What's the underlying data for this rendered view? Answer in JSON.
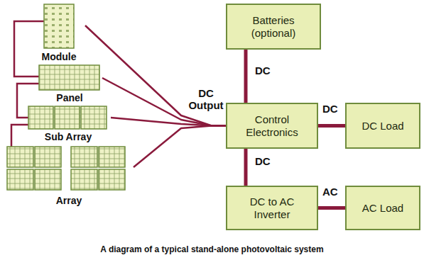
{
  "diagram": {
    "caption": "A diagram of a typical stand-alone photovoltaic system",
    "nodes": [
      {
        "text": [
          "Module"
        ]
      },
      {
        "text": [
          "Panel"
        ]
      },
      {
        "text": [
          "Sub Array"
        ]
      },
      {
        "text": [
          "Array"
        ]
      },
      {
        "text": [
          "Batteries (optional)"
        ]
      },
      {
        "text": [
          "Control Electronics"
        ]
      },
      {
        "text": [
          "DC Load"
        ]
      },
      {
        "text": [
          "DC to AC Inverter"
        ]
      },
      {
        "text": [
          "AC Load"
        ]
      }
    ],
    "edges": [
      {
        "from": 0,
        "to": 5,
        "arrow": "none"
      },
      {
        "from": 1,
        "to": 5,
        "arrow": "none"
      },
      {
        "from": 2,
        "to": 5,
        "arrow": "none"
      },
      {
        "from": 3,
        "to": 5,
        "arrow": "none"
      },
      {
        "from": 4,
        "to": 5,
        "label": "DC",
        "arrow": "none"
      },
      {
        "from": 5,
        "to": 6,
        "label": "DC",
        "arrow": "none"
      },
      {
        "from": 5,
        "to": 7,
        "label": "DC",
        "arrow": "none"
      },
      {
        "from": 7,
        "to": 8,
        "label": "AC",
        "arrow": "none"
      }
    ],
    "labels": [
      "DC Output"
    ]
  }
}
